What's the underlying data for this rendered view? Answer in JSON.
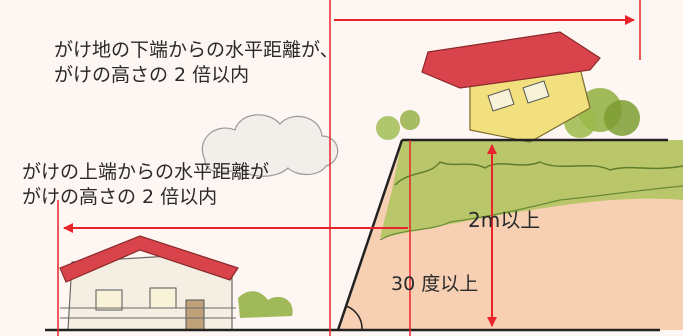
{
  "labels": {
    "lower_rule": {
      "line1": "がけ地の下端からの水平距離が、",
      "line2": "がけの高さの 2 倍以内"
    },
    "upper_rule": {
      "line1": "がけの上端からの水平距離が",
      "line2": "がけの高さの 2 倍以内"
    },
    "cliff_height": "2m以上",
    "slope_angle": "30 度以上"
  },
  "colors": {
    "arrow_red": "#e8242c",
    "ground_line": "#222222",
    "background": "#fdf6f2",
    "cliff_fill": "#f4c39d",
    "grass": "#a9c457",
    "roof_red": "#d9434b",
    "upper_house_wall": "#f2e07f",
    "lower_house_wall": "#f4efe2"
  },
  "icons": {
    "upper_house": "house-on-cliff-illustration",
    "lower_house": "house-below-cliff-illustration",
    "tree": "tree-illustration",
    "cloud": "cloud-illustration"
  }
}
